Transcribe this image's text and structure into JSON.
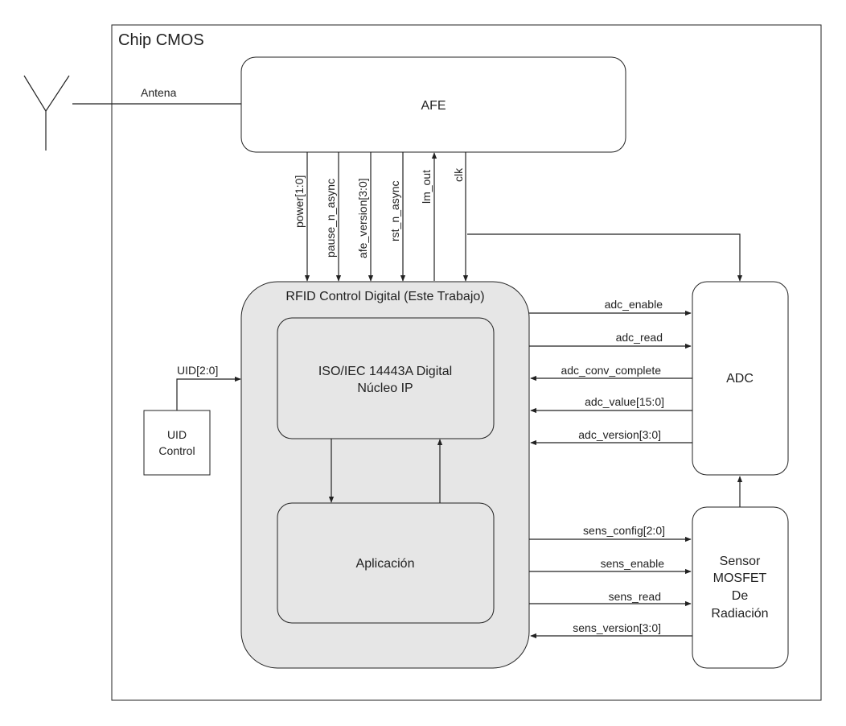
{
  "diagram": {
    "chip_title": "Chip CMOS",
    "antenna_label": "Antena",
    "afe_label": "AFE",
    "rfid_title": "RFID Control Digital (Este Trabajo)",
    "iso_label_1": "ISO/IEC 14443A Digital",
    "iso_label_2": "Núcleo IP",
    "app_label": "Aplicación",
    "uid_label_1": "UID",
    "uid_label_2": "Control",
    "uid_signal": "UID[2:0]",
    "adc_label": "ADC",
    "sensor_label_1": "Sensor",
    "sensor_label_2": "MOSFET",
    "sensor_label_3": "De",
    "sensor_label_4": "Radiación",
    "afe_signals": {
      "power": "power[1:0]",
      "pause": "pause_n_async",
      "afe_version": "afe_version[3:0]",
      "rst": "rst_n_async",
      "lm_out": "lm_out",
      "clk": "clk"
    },
    "adc_signals": {
      "enable": "adc_enable",
      "read": "adc_read",
      "conv": "adc_conv_complete",
      "value": "adc_value[15:0]",
      "version": "adc_version[3:0]"
    },
    "sens_signals": {
      "config": "sens_config[2:0]",
      "enable": "sens_enable",
      "read": "sens_read",
      "version": "sens_version[3:0]"
    }
  }
}
